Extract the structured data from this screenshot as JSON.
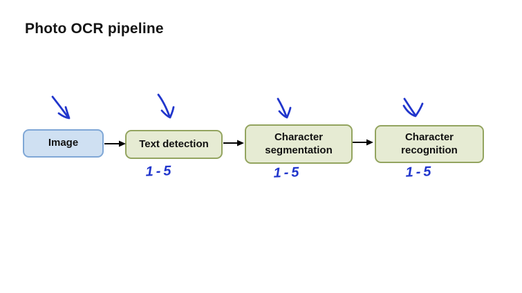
{
  "title": "Photo OCR pipeline",
  "colors": {
    "background": "#ffffff",
    "title_text": "#141414",
    "input_box_fill": "#cfe0f2",
    "input_box_border": "#7fa7d6",
    "module_box_fill": "#e6ebd3",
    "module_box_border": "#93a45f",
    "connector_black": "#000000",
    "handwriting_blue": "#2136cc"
  },
  "pipeline": {
    "stages": [
      {
        "label": "Image",
        "kind": "input",
        "hand_arrow_above": true,
        "annotation": ""
      },
      {
        "label": "Text detection",
        "kind": "module",
        "hand_arrow_above": true,
        "annotation": "1-5"
      },
      {
        "label": "Character segmentation",
        "kind": "module",
        "hand_arrow_above": true,
        "annotation": "1-5"
      },
      {
        "label": "Character recognition",
        "kind": "module",
        "hand_arrow_above": true,
        "annotation": "1-5"
      }
    ]
  }
}
